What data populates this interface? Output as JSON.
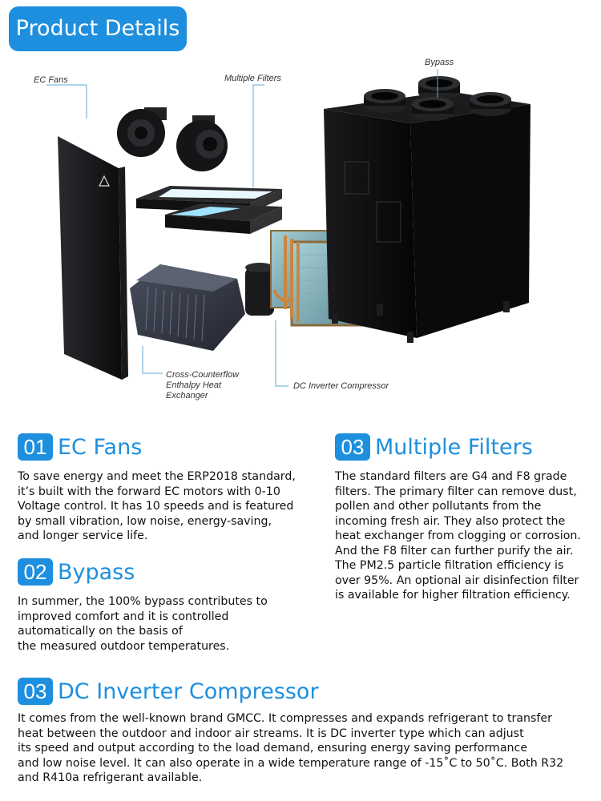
{
  "header": {
    "title": "Product Details"
  },
  "diagram": {
    "labels": {
      "ec_fans": "EC Fans",
      "multiple_filters": "Multiple Filters",
      "bypass": "Bypass",
      "heat_exchanger": "Cross-Counterflow\nEnthalpy Heat\nExchanger",
      "compressor": "DC Inverter Compressor"
    },
    "colors": {
      "accent": "#1e8fde",
      "unit": "#0d0d0f",
      "filter_glow": "#9fe3ff",
      "copper": "#c8863f"
    }
  },
  "sections": {
    "ec_fans": {
      "number": "01",
      "title": "EC Fans",
      "body": "To save energy and meet the ERP2018 standard,\nit’s built with the forward EC motors with 0-10\nVoltage control. It has 10 speeds and is featured\nby small vibration, low noise, energy-saving,\nand longer service life."
    },
    "bypass": {
      "number": "02",
      "title": "Bypass",
      "body": "In summer, the 100% bypass contributes to\nimproved comfort and it is controlled\nautomatically on the basis of\nthe measured outdoor temperatures."
    },
    "filters": {
      "number": "03",
      "title": "Multiple Filters",
      "body": "The standard filters are G4 and F8 grade\nfilters. The primary filter can remove dust,\npollen and other pollutants from the\nincoming fresh air. They also protect the\nheat exchanger from clogging or corrosion.\nAnd the F8 filter can further purify the air.\nThe PM2.5 particle filtration efficiency is\nover 95%. An optional air disinfection filter\nis available for higher filtration efficiency."
    },
    "compressor": {
      "number": "03",
      "title": "DC Inverter Compressor",
      "body": "It comes from the well-known brand GMCC. It compresses and expands refrigerant to transfer\nheat between the outdoor and indoor air streams. It is DC inverter type which can adjust\nits speed and output according to the load demand, ensuring energy saving performance\nand low noise level. It can also operate in a wide temperature range of -15˚C to 50˚C. Both R32\nand R410a refrigerant available."
    }
  }
}
